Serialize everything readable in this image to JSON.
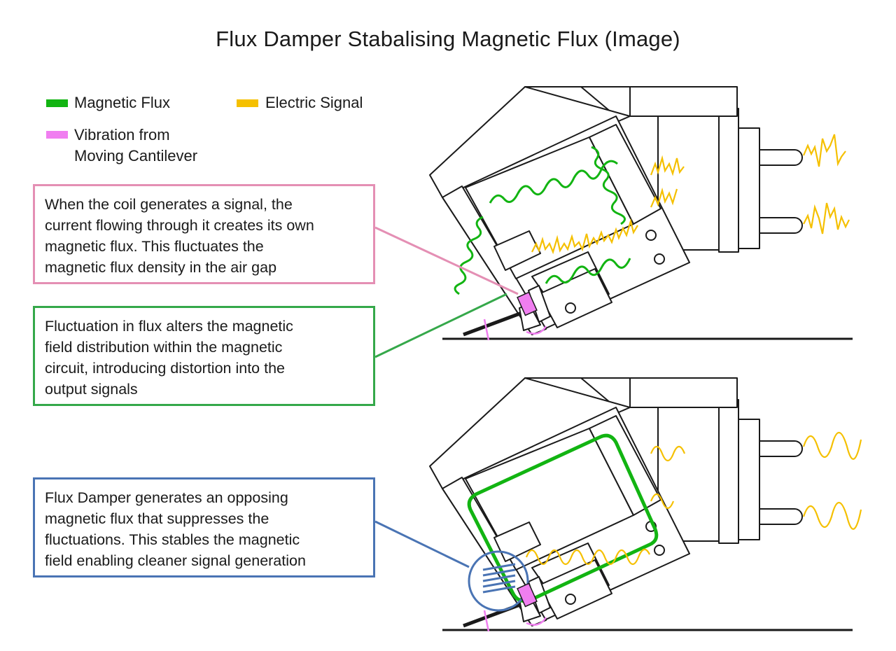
{
  "title": "Flux Damper Stabalising Magnetic Flux (Image)",
  "legend": {
    "magnetic_flux": "Magnetic Flux",
    "electric_signal": "Electric Signal",
    "vibration_line1": "Vibration from",
    "vibration_line2": "Moving Cantilever"
  },
  "callouts": {
    "coil_signal": {
      "lines": [
        "When the coil generates a signal, the",
        "current flowing through it creates its own",
        "magnetic flux. This fluctuates the",
        "magnetic flux density in the air gap"
      ]
    },
    "flux_fluctuation": {
      "lines": [
        "Fluctuation in flux alters the magnetic",
        "field distribution within the magnetic",
        "circuit, introducing distortion into the",
        "output signals"
      ]
    },
    "flux_damper": {
      "lines": [
        "Flux Damper generates an opposing",
        "magnetic flux that suppresses the",
        "fluctuations. This stables the magnetic",
        "field enabling cleaner signal generation"
      ]
    }
  },
  "colors": {
    "magnetic_flux": "#12b412",
    "electric_signal": "#f5c000",
    "vibration": "#f07ef0",
    "callout_pink": "#e48fb4",
    "callout_green": "#35a84a",
    "callout_blue": "#4a74b4",
    "outline": "#1a1a1a"
  }
}
